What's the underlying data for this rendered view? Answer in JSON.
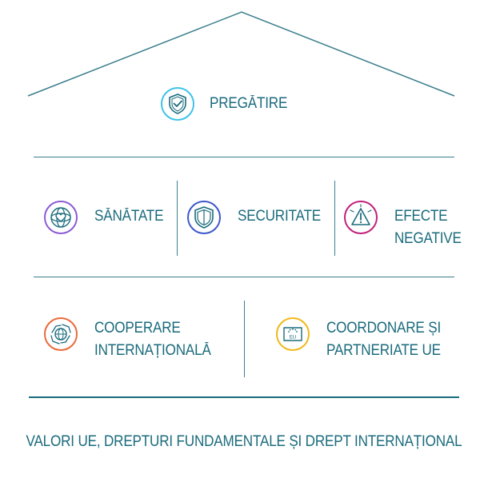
{
  "top": {
    "label": "PREGĂTIRE",
    "icon": "shield-check-icon",
    "color": "#3fc3e8"
  },
  "middle": [
    {
      "label": "SĂNĂTATE",
      "icon": "heart-globe-icon",
      "color": "#8b5bd6"
    },
    {
      "label": "SECURITATE",
      "icon": "shield-icon",
      "color": "#3d57c9"
    },
    {
      "label_line1": "EFECTE",
      "label_line2": "NEGATIVE",
      "icon": "warning-icon",
      "color": "#c0207a"
    }
  ],
  "lower": [
    {
      "label_line1": "COOPERARE",
      "label_line2": "INTERNAȚIONALĂ",
      "icon": "hands-globe-icon",
      "color": "#ea6a3a"
    },
    {
      "label_line1": "COORDONARE ȘI",
      "label_line2": "PARTNERIATE UE",
      "icon": "eu-flag-icon",
      "color": "#f0b818",
      "badge": "EU"
    }
  ],
  "foundation": {
    "label": "VALORI UE, DREPTURI FUNDAMENTALE ȘI DREPT INTERNAȚIONAL"
  },
  "colors": {
    "text": "#1a6b7c",
    "lines": "#3a7f8c"
  }
}
